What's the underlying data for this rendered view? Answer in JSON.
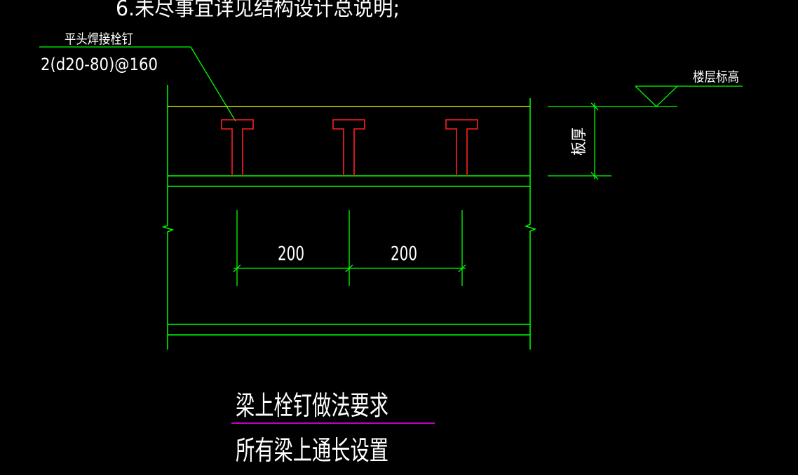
{
  "note_top": "6.未尽事宜详见结构设计总说明;",
  "stud_label": {
    "name": "平头焊接栓钉",
    "spec": "2(d20-80)@160"
  },
  "floor_elevation_label": "楼层标高",
  "slab_thickness_label": "板厚",
  "dimensions": [
    "200",
    "200"
  ],
  "caption": {
    "title": "梁上栓钉做法要求",
    "subtitle": "所有梁上通长设置"
  },
  "colors": {
    "background": "#000000",
    "structure": "#00ff00",
    "slab_top": "#ffff00",
    "stud": "#ff2020",
    "text": "#ffffff",
    "caption_rule": "#ff00ff"
  }
}
